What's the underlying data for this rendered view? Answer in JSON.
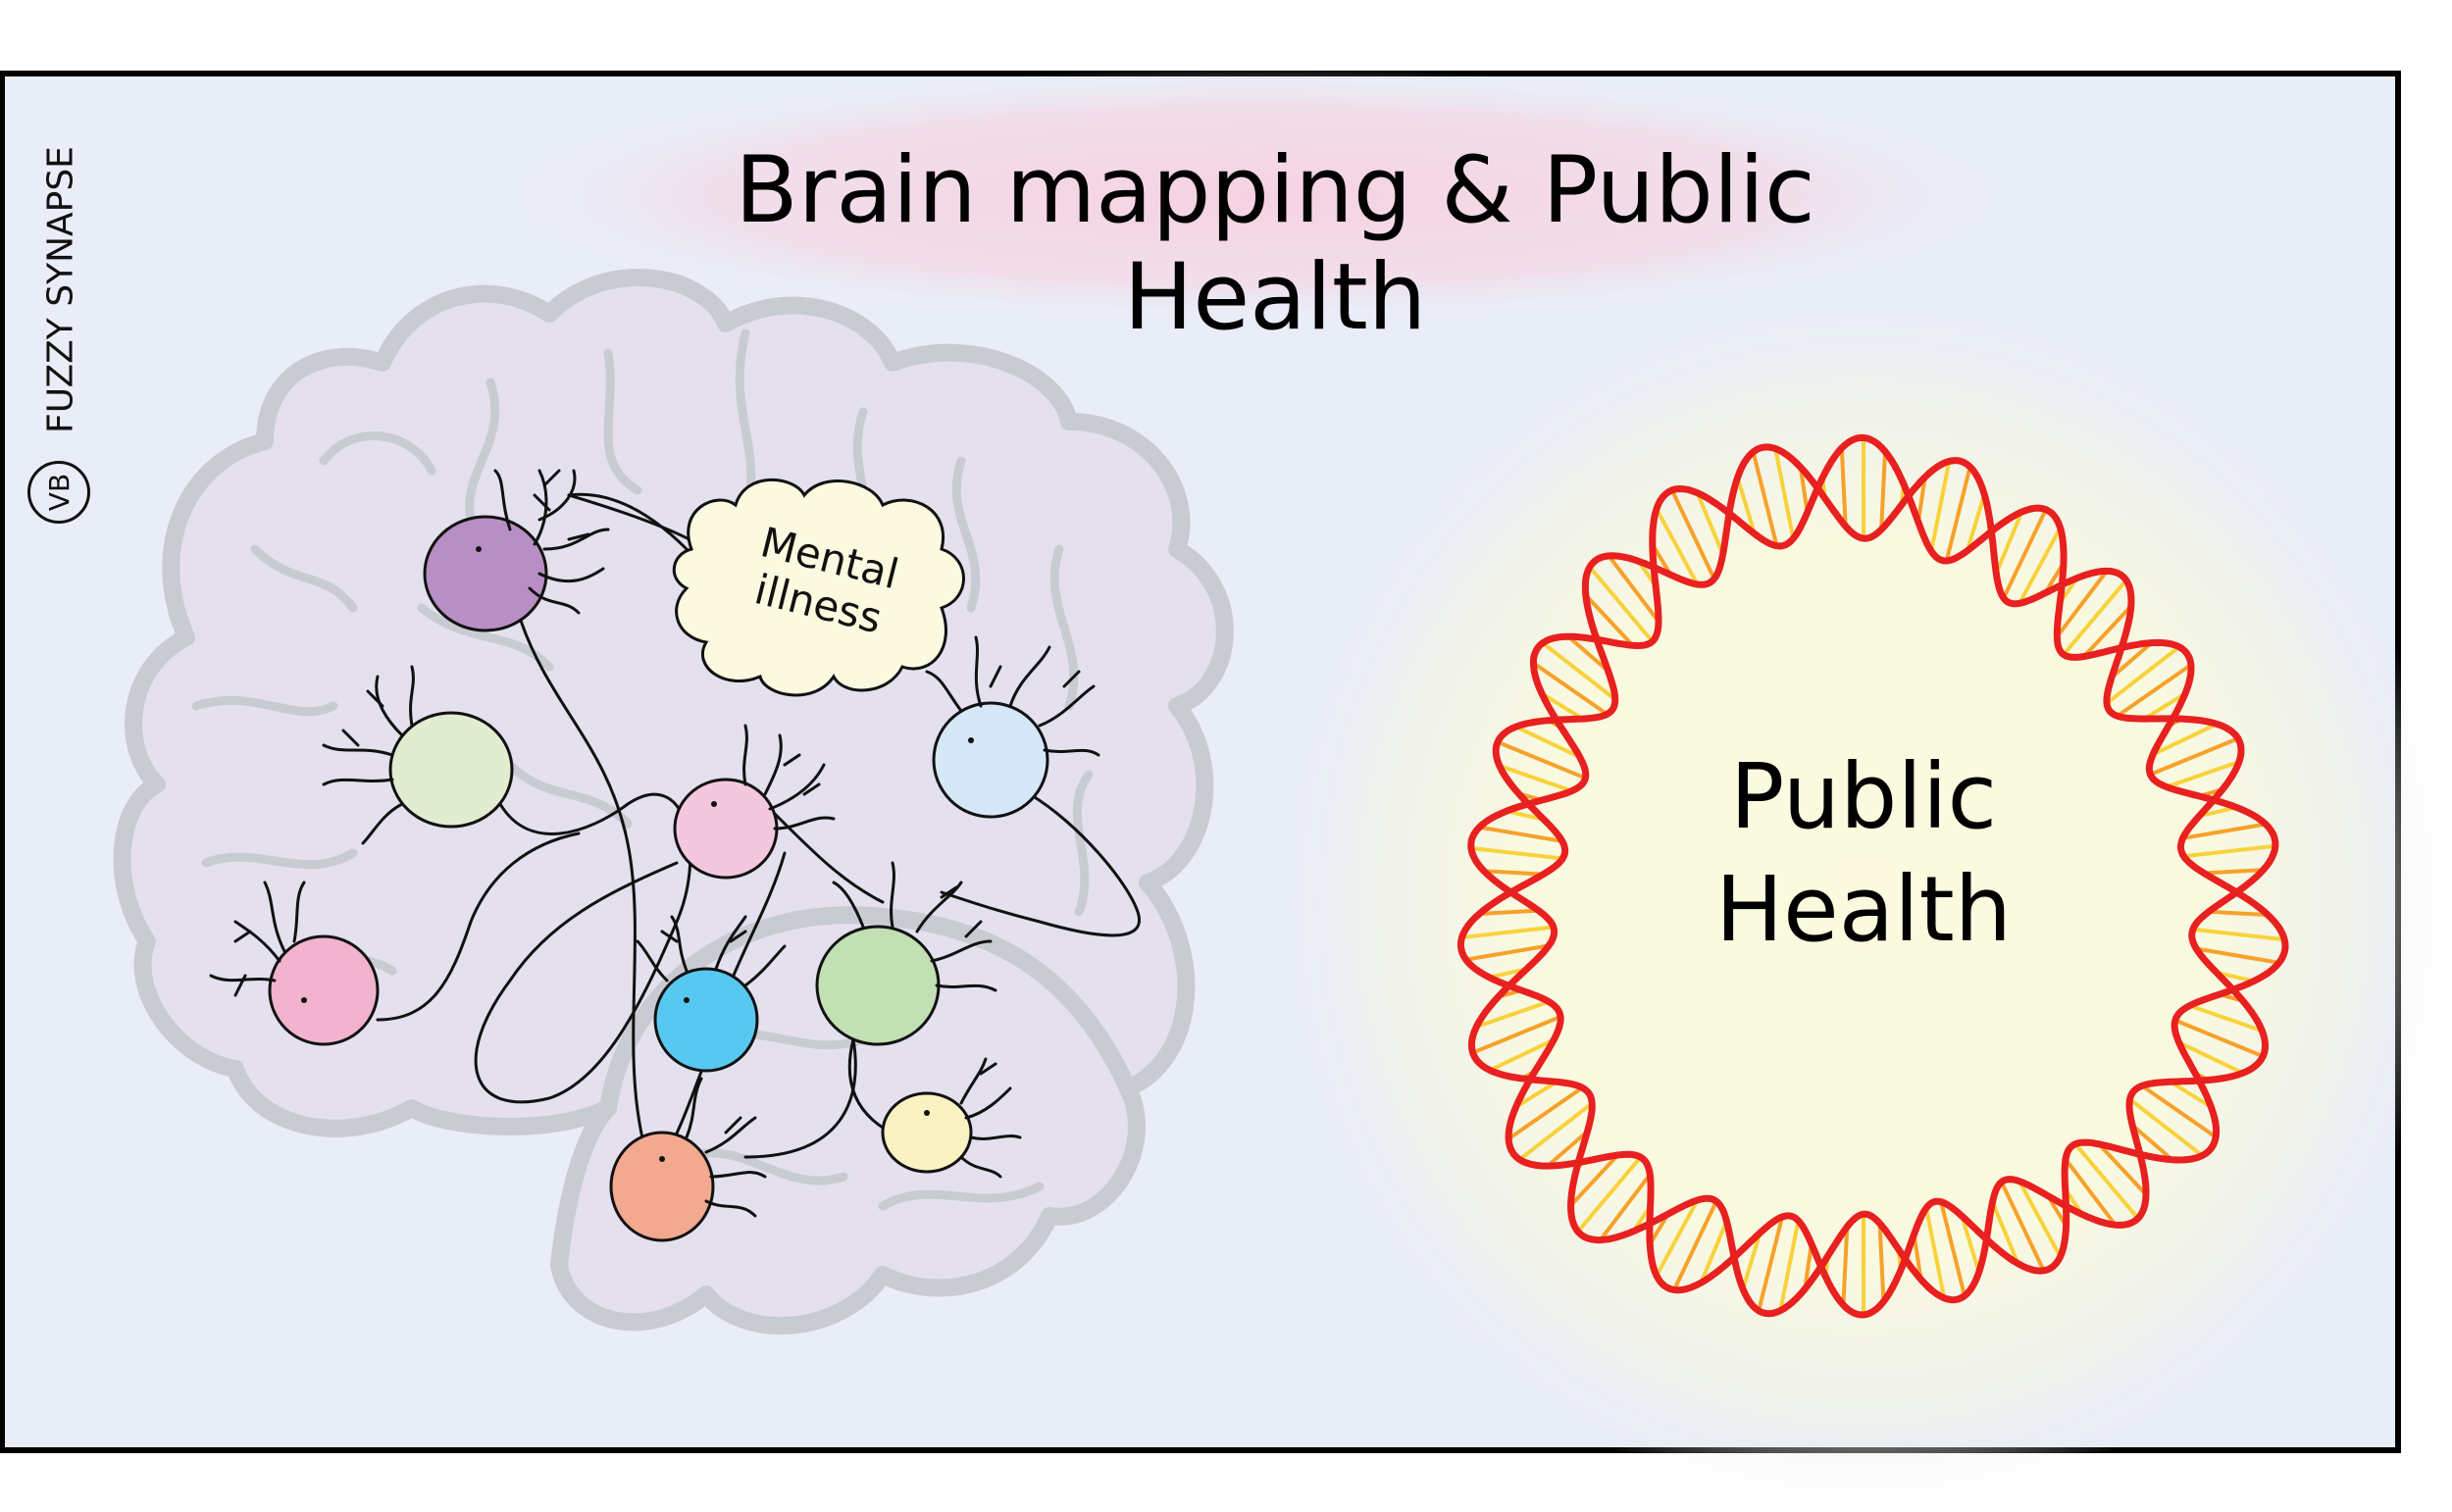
{
  "title": "Brain mapping & Public Health",
  "credit": {
    "brand": "FUZZY SYNAPSE",
    "initials": "VB"
  },
  "bubble": {
    "line1": "Mental",
    "line2": "illness"
  },
  "circle_label": {
    "line1": "Public",
    "line2": "Health"
  },
  "colors": {
    "panel_bg": "#e9edf7",
    "panel_border": "#000000",
    "title_glow": "#f6d6e3",
    "brain_fill": "#e4e0ee",
    "brain_outline": "#c9cbd3",
    "bubble_fill": "#fbf9df",
    "dna_red": "#e8201f",
    "dna_rung": "#f7a12a",
    "dna_rung_light": "#f9d23b",
    "center_glow": "#fbfae0",
    "neuron_purple": "#b88fc4",
    "neuron_green_light": "#e2ecd0",
    "neuron_pink": "#f3c8df",
    "neuron_pink_dark": "#f2b3cf",
    "neuron_blue_light": "#d6e7f7",
    "neuron_blue": "#57c9f0",
    "neuron_green": "#c2e0b4",
    "neuron_orange": "#f2a98f",
    "neuron_yellow": "#fbf2c3"
  }
}
